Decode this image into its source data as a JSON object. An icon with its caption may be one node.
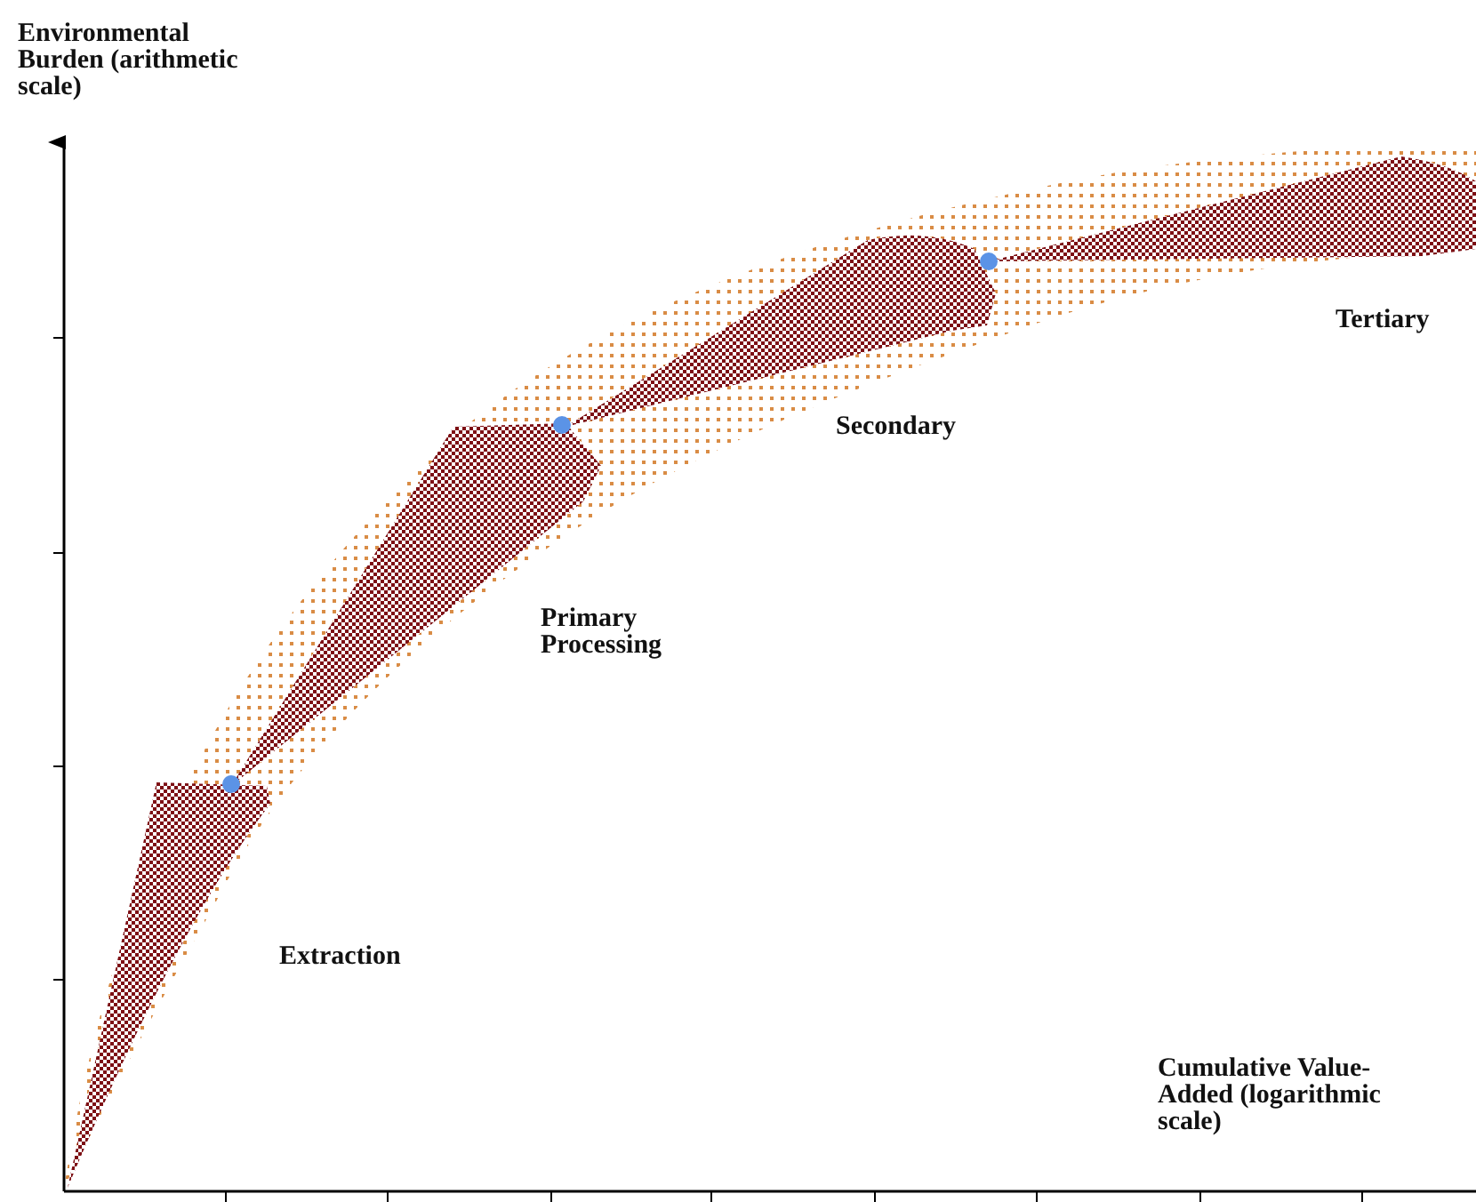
{
  "diagram": {
    "labels": [
      "Environmental Burden (arithmetic scale)",
      "Tertiary",
      "Secondary",
      "Primary Processing",
      "Extraction",
      "Cumulative Value-Added (logarithmic scale)"
    ]
  }
}
